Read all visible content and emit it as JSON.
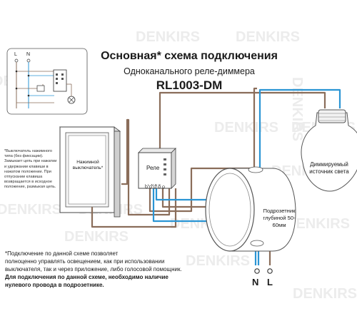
{
  "header": {
    "title": "Основная* схема подключения",
    "subtitle": "Одноканального реле-диммера",
    "model": "RL1003-DM"
  },
  "watermark": "DENKIRS",
  "mini_diagram": {
    "l_label": "L",
    "n_label": "N"
  },
  "switch_note": "*Выключатель нажимного типа (без фиксации). Замыкает цепь при нажатии и удержании клавиши в нажатом положении. При отпускании клавиша возвращается в исходное положение, размыкая цепь.",
  "switch_label": "Нажимной выключатель*",
  "relay": {
    "label": "Реле",
    "pins": "L L N N S"
  },
  "lamp_label": "Диммируемый источник света",
  "junction_box_label": "Подрозетник глубиной 50-60мм",
  "terminals": {
    "n": "N",
    "l": "L"
  },
  "footnote": {
    "lines": [
      "*Подключение по данной схеме позволяет",
      "полноценно управлять освещением, как при использовании",
      "выключателя, так и через приложение, либо голосовой помощник."
    ],
    "bold_lines": [
      "Для подключения по данной схеме, необходимо наличие",
      "нулевого провода в подрозетнике."
    ]
  },
  "colors": {
    "wire_brown": "#8a6d5a",
    "wire_blue": "#2a95d4",
    "watermark": "#e9e9e9",
    "outline": "#333333"
  }
}
